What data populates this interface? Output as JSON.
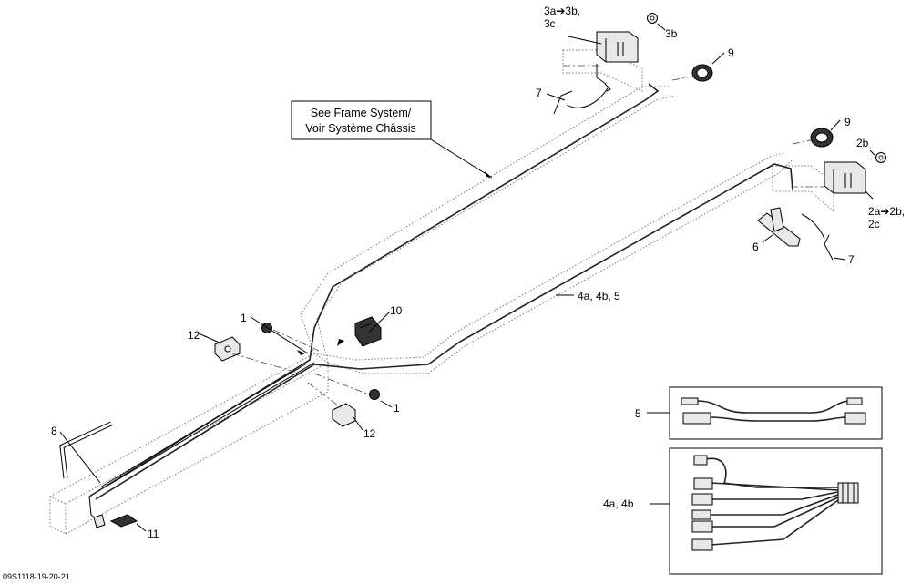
{
  "callouts": {
    "c3a": "3a➔3b,",
    "c3c": "3c",
    "c3b": "3b",
    "c9_top": "9",
    "c7_top": "7",
    "c9_right": "9",
    "c2b": "2b",
    "c2a": "2a➔2b,",
    "c2c": "2c",
    "c6": "6",
    "c7_right": "7",
    "c4ab5": "4a, 4b, 5",
    "c10": "10",
    "c1_top": "1",
    "c12_top": "12",
    "c1_bottom": "1",
    "c12_bottom": "12",
    "c8": "8",
    "c11": "11",
    "c5_inset": "5",
    "c4ab_inset": "4a, 4b"
  },
  "note": {
    "line1": "See Frame System/",
    "line2": "Voir Système Châssis"
  },
  "figure_id": "09S1118-19-20-21"
}
